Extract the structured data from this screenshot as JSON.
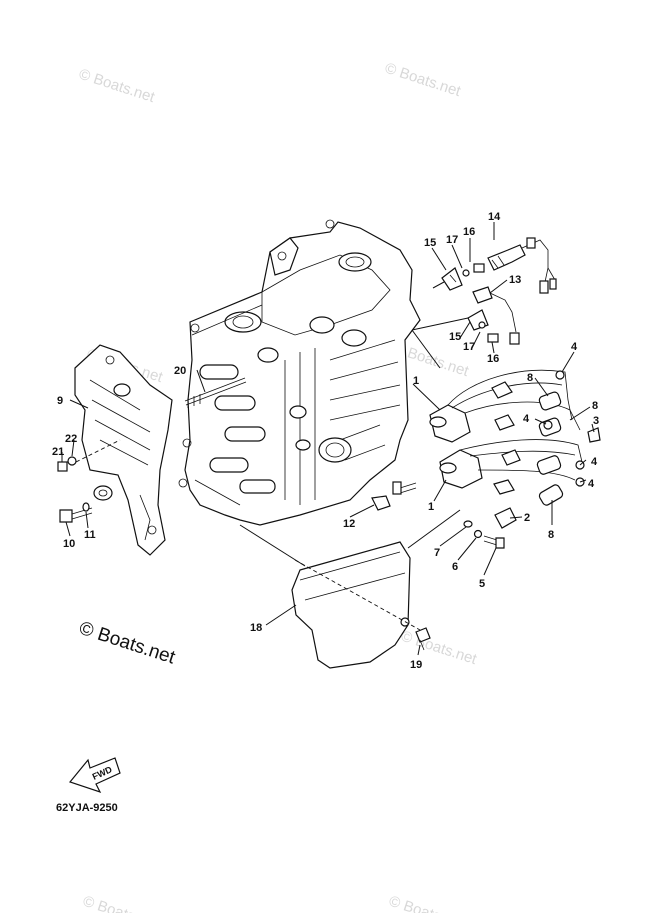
{
  "watermarks": {
    "small": "© Boats.net",
    "big": "© Boats.net"
  },
  "diagram_code": "62YJA-9250",
  "fwd_arrow_label": "FWD",
  "callouts": [
    {
      "id": "14",
      "text": "14"
    },
    {
      "id": "16a",
      "text": "16"
    },
    {
      "id": "17a",
      "text": "17"
    },
    {
      "id": "15a",
      "text": "15"
    },
    {
      "id": "13",
      "text": "13"
    },
    {
      "id": "15b",
      "text": "15"
    },
    {
      "id": "17b",
      "text": "17"
    },
    {
      "id": "16b",
      "text": "16"
    },
    {
      "id": "4a",
      "text": "4"
    },
    {
      "id": "20",
      "text": "20"
    },
    {
      "id": "1a",
      "text": "1"
    },
    {
      "id": "8a",
      "text": "8"
    },
    {
      "id": "4b",
      "text": "4"
    },
    {
      "id": "8b",
      "text": "8"
    },
    {
      "id": "3",
      "text": "3"
    },
    {
      "id": "9",
      "text": "9"
    },
    {
      "id": "22",
      "text": "22"
    },
    {
      "id": "21",
      "text": "21"
    },
    {
      "id": "4c",
      "text": "4"
    },
    {
      "id": "4d",
      "text": "4"
    },
    {
      "id": "1b",
      "text": "1"
    },
    {
      "id": "2",
      "text": "2"
    },
    {
      "id": "12",
      "text": "12"
    },
    {
      "id": "10",
      "text": "10"
    },
    {
      "id": "11",
      "text": "11"
    },
    {
      "id": "8c",
      "text": "8"
    },
    {
      "id": "7",
      "text": "7"
    },
    {
      "id": "6",
      "text": "6"
    },
    {
      "id": "5",
      "text": "5"
    },
    {
      "id": "18",
      "text": "18"
    },
    {
      "id": "19",
      "text": "19"
    }
  ]
}
